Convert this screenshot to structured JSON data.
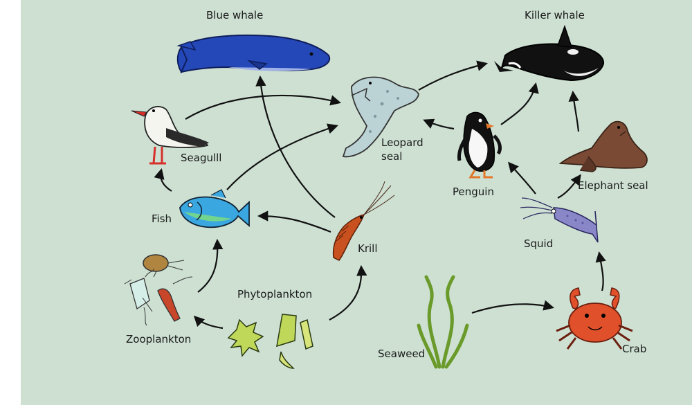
{
  "organisms": {
    "blue_whale": "Blue whale",
    "killer_whale": "Killer whale",
    "seagull": "Seagulll",
    "leopard_seal_line1": "Leopard",
    "leopard_seal_line2": "seal",
    "penguin": "Penguin",
    "elephant_seal": "Elephant seal",
    "fish": "Fish",
    "krill": "Krill",
    "squid": "Squid",
    "phytoplankton": "Phytoplankton",
    "zooplankton": "Zooplankton",
    "seaweed": "Seaweed",
    "crab": "Crab"
  },
  "food_links": [
    {
      "from": "Seagulll",
      "to": "Leopard seal"
    },
    {
      "from": "Fish",
      "to": "Seagulll"
    },
    {
      "from": "Fish",
      "to": "Leopard seal"
    },
    {
      "from": "Krill",
      "to": "Blue whale"
    },
    {
      "from": "Krill",
      "to": "Fish"
    },
    {
      "from": "Zooplankton",
      "to": "Fish"
    },
    {
      "from": "Phytoplankton",
      "to": "Zooplankton"
    },
    {
      "from": "Phytoplankton",
      "to": "Krill"
    },
    {
      "from": "Leopard seal",
      "to": "Killer whale"
    },
    {
      "from": "Penguin",
      "to": "Leopard seal"
    },
    {
      "from": "Penguin",
      "to": "Killer whale"
    },
    {
      "from": "Elephant seal",
      "to": "Killer whale"
    },
    {
      "from": "Squid",
      "to": "Penguin"
    },
    {
      "from": "Squid",
      "to": "Elephant seal"
    },
    {
      "from": "Crab",
      "to": "Squid"
    },
    {
      "from": "Seaweed",
      "to": "Crab"
    }
  ],
  "colors": {
    "background": "#cde0d2",
    "blue_whale": "#1f3fb0",
    "krill": "#c8511f",
    "fish": "#3aa7e0",
    "crab": "#e0502a",
    "seaweed": "#6a9a2a",
    "leopard_seal": "#bcd3d6",
    "elephant_seal": "#7a4a35",
    "squid": "#8a87c9"
  }
}
